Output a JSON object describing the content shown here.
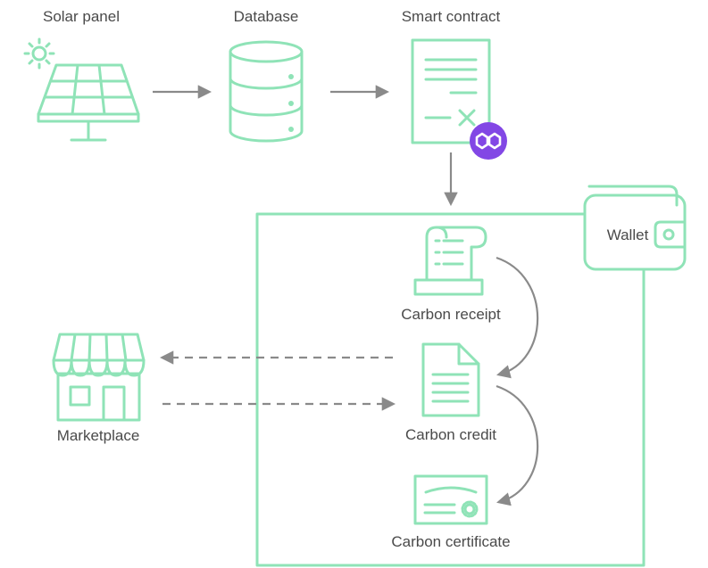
{
  "nodes": {
    "solar_panel": "Solar panel",
    "database": "Database",
    "smart_contract": "Smart contract",
    "wallet": "Wallet",
    "carbon_receipt": "Carbon receipt",
    "carbon_credit": "Carbon credit",
    "carbon_certificate": "Carbon certificate",
    "marketplace": "Marketplace"
  },
  "colors": {
    "icon_stroke": "#8fe3b7",
    "arrow": "#8a8a8a",
    "badge": "#8247e5",
    "text": "#4a4a4a"
  },
  "icons": {
    "solar_panel": "solar-panel-icon",
    "database": "database-icon",
    "smart_contract": "contract-document-icon",
    "badge": "polygon-logo-icon",
    "wallet": "wallet-icon",
    "carbon_receipt": "receipt-scroll-icon",
    "carbon_credit": "document-icon",
    "carbon_certificate": "certificate-icon",
    "marketplace": "storefront-icon"
  }
}
